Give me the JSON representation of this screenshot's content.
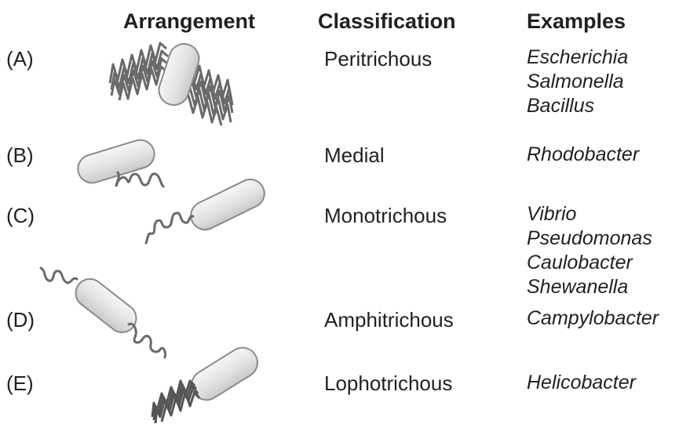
{
  "headers": {
    "arrangement": "Arrangement",
    "classification": "Classification",
    "examples": "Examples"
  },
  "rows": [
    {
      "label": "(A)",
      "classification": "Peritrichous",
      "examples": [
        "Escherichia",
        "Salmonella",
        "Bacillus"
      ]
    },
    {
      "label": "(B)",
      "classification": "Medial",
      "examples": [
        "Rhodobacter"
      ]
    },
    {
      "label": "(C)",
      "classification": "Monotrichous",
      "examples": [
        "Vibrio",
        "Pseudomonas",
        "Caulobacter",
        "Shewanella"
      ]
    },
    {
      "label": "(D)",
      "classification": "Amphitrichous",
      "examples": [
        "Campylobacter"
      ]
    },
    {
      "label": "(E)",
      "classification": "Lophotrichous",
      "examples": [
        "Helicobacter"
      ]
    }
  ],
  "colors": {
    "text": "#231f20",
    "cell_fill_light": "#f4f4f4",
    "cell_fill_dark": "#cfcfcf",
    "cell_outline": "#8a8a8a",
    "flagellum": "#6a6a6a"
  }
}
